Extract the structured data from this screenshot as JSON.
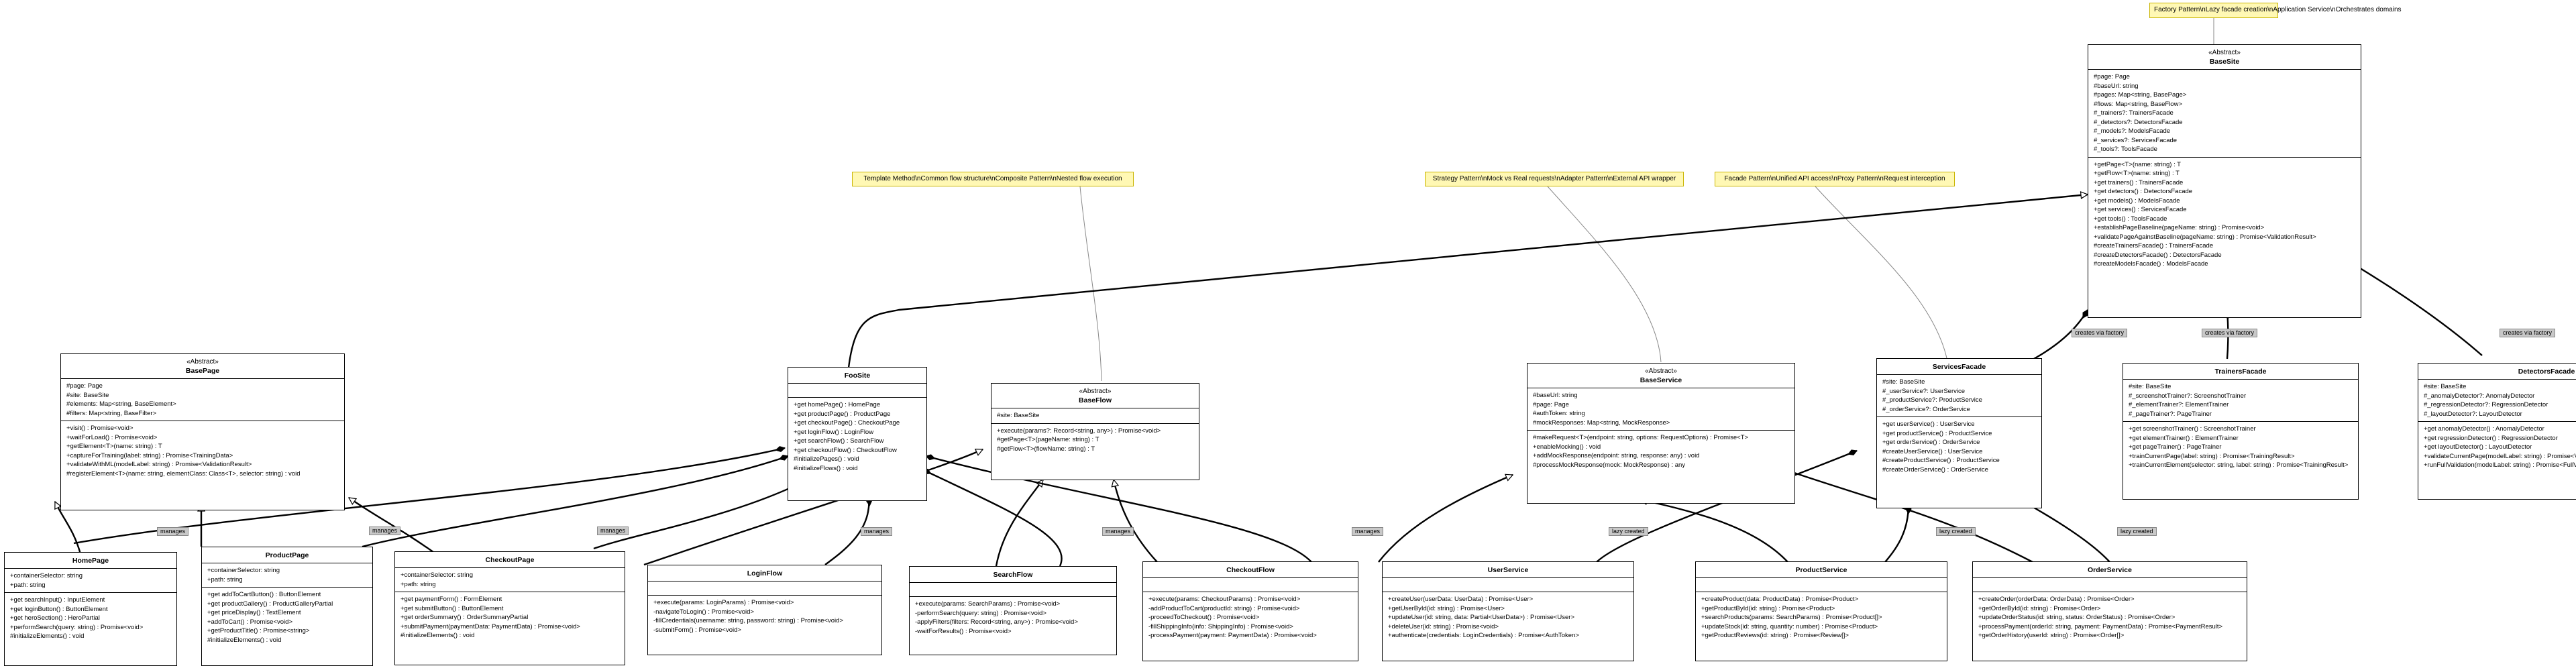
{
  "notes": {
    "factory": "Factory Pattern\\nLazy facade creation\\nApplication Service\\nOrchestrates domains",
    "template": "Template Method\\nCommon flow structure\\nComposite Pattern\\nNested flow execution",
    "strategy": "Strategy Pattern\\nMock vs Real requests\\nAdapter Pattern\\nExternal API wrapper",
    "facade": "Facade Pattern\\nUnified API access\\nProxy Pattern\\nRequest interception"
  },
  "classes": {
    "BaseSite": {
      "stereotype": "«Abstract»",
      "name": "BaseSite",
      "attributes": [
        "#page: Page",
        "#baseUrl: string",
        "#pages: Map<string, BasePage>",
        "#flows: Map<string, BaseFlow>",
        "#_trainers?: TrainersFacade",
        "#_detectors?: DetectorsFacade",
        "#_models?: ModelsFacade",
        "#_services?: ServicesFacade",
        "#_tools?: ToolsFacade"
      ],
      "methods": [
        "+getPage<T>(name: string) : T",
        "+getFlow<T>(name: string) : T",
        "+get trainers() : TrainersFacade",
        "+get detectors() : DetectorsFacade",
        "+get models() : ModelsFacade",
        "+get services() : ServicesFacade",
        "+get tools() : ToolsFacade",
        "+establishPageBaseline(pageName: string) : Promise<void>",
        "+validatePageAgainstBaseline(pageName: string) : Promise<ValidationResult>",
        "#createTrainersFacade() : TrainersFacade",
        "#createDetectorsFacade() : DetectorsFacade",
        "#createModelsFacade() : ModelsFacade"
      ]
    },
    "BasePage": {
      "stereotype": "«Abstract»",
      "name": "BasePage",
      "attributes": [
        "#page: Page",
        "#site: BaseSite",
        "#elements: Map<string, BaseElement>",
        "#filters: Map<string, BaseFilter>"
      ],
      "methods": [
        "+visit() : Promise<void>",
        "+waitForLoad() : Promise<void>",
        "+getElement<T>(name: string) : T",
        "+captureForTraining(label: string) : Promise<TrainingData>",
        "+validateWithML(modelLabel: string) : Promise<ValidationResult>",
        "#registerElement<T>(name: string, elementClass: Class<T>, selector: string) : void"
      ]
    },
    "FooSite": {
      "stereotype": "",
      "name": "FooSite",
      "attributes": [],
      "methods": [
        "+get homePage() : HomePage",
        "+get productPage() : ProductPage",
        "+get checkoutPage() : CheckoutPage",
        "+get loginFlow() : LoginFlow",
        "+get searchFlow() : SearchFlow",
        "+get checkoutFlow() : CheckoutFlow",
        "#initializePages() : void",
        "#initializeFlows() : void"
      ]
    },
    "BaseFlow": {
      "stereotype": "«Abstract»",
      "name": "BaseFlow",
      "attributes": [
        "#site: BaseSite"
      ],
      "methods": [
        "+execute(params?: Record<string, any>) : Promise<void>",
        "#getPage<T>(pageName: string) : T",
        "#getFlow<T>(flowName: string) : T"
      ]
    },
    "BaseService": {
      "stereotype": "«Abstract»",
      "name": "BaseService",
      "attributes": [
        "#baseUrl: string",
        "#page: Page",
        "#authToken: string",
        "#mockResponses: Map<string, MockResponse>"
      ],
      "methods": [
        "#makeRequest<T>(endpoint: string, options: RequestOptions) : Promise<T>",
        "+enableMocking() : void",
        "+addMockResponse(endpoint: string, response: any) : void",
        "#processMockResponse(mock: MockResponse) : any"
      ]
    },
    "ServicesFacade": {
      "stereotype": "",
      "name": "ServicesFacade",
      "attributes": [
        "#site: BaseSite",
        "#_userService?: UserService",
        "#_productService?: ProductService",
        "#_orderService?: OrderService"
      ],
      "methods": [
        "+get userService() : UserService",
        "+get productService() : ProductService",
        "+get orderService() : OrderService",
        "#createUserService() : UserService",
        "#createProductService() : ProductService",
        "#createOrderService() : OrderService"
      ]
    },
    "TrainersFacade": {
      "stereotype": "",
      "name": "TrainersFacade",
      "attributes": [
        "#site: BaseSite",
        "#_screenshotTrainer?: ScreenshotTrainer",
        "#_elementTrainer?: ElementTrainer",
        "#_pageTrainer?: PageTrainer"
      ],
      "methods": [
        "+get screenshotTrainer() : ScreenshotTrainer",
        "+get elementTrainer() : ElementTrainer",
        "+get pageTrainer() : PageTrainer",
        "+trainCurrentPage(label: string) : Promise<TrainingResult>",
        "+trainCurrentElement(selector: string, label: string) : Promise<TrainingResult>"
      ]
    },
    "DetectorsFacade": {
      "stereotype": "",
      "name": "DetectorsFacade",
      "attributes": [
        "#site: BaseSite",
        "#_anomalyDetector?: AnomalyDetector",
        "#_regressionDetector?: RegressionDetector",
        "#_layoutDetector?: LayoutDetector"
      ],
      "methods": [
        "+get anomalyDetector() : AnomalyDetector",
        "+get regressionDetector() : RegressionDetector",
        "+get layoutDetector() : LayoutDetector",
        "+validateCurrentPage(modelLabel: string) : Promise<ValidationResult>",
        "+runFullValidation(modelLabel: string) : Promise<FullValidationResult>"
      ]
    },
    "HomePage": {
      "stereotype": "",
      "name": "HomePage",
      "attributes": [
        "+containerSelector: string",
        "+path: string"
      ],
      "methods": [
        "+get searchInput() : InputElement",
        "+get loginButton() : ButtonElement",
        "+get heroSection() : HeroPartial",
        "+performSearch(query: string) : Promise<void>",
        "#initializeElements() : void"
      ]
    },
    "ProductPage": {
      "stereotype": "",
      "name": "ProductPage",
      "attributes": [
        "+containerSelector: string",
        "+path: string"
      ],
      "methods": [
        "+get addToCartButton() : ButtonElement",
        "+get productGallery() : ProductGalleryPartial",
        "+get priceDisplay() : TextElement",
        "+addToCart() : Promise<void>",
        "+getProductTitle() : Promise<string>",
        "#initializeElements() : void"
      ]
    },
    "CheckoutPage": {
      "stereotype": "",
      "name": "CheckoutPage",
      "attributes": [
        "+containerSelector: string",
        "+path: string"
      ],
      "methods": [
        "+get paymentForm() : FormElement",
        "+get submitButton() : ButtonElement",
        "+get orderSummary() : OrderSummaryPartial",
        "+submitPayment(paymentData: PaymentData) : Promise<void>",
        "#initializeElements() : void"
      ]
    },
    "LoginFlow": {
      "stereotype": "",
      "name": "LoginFlow",
      "attributes": [],
      "methods": [
        "+execute(params: LoginParams) : Promise<void>",
        "-navigateToLogin() : Promise<void>",
        "-fillCredentials(username: string, password: string) : Promise<void>",
        "-submitForm() : Promise<void>"
      ]
    },
    "SearchFlow": {
      "stereotype": "",
      "name": "SearchFlow",
      "attributes": [],
      "methods": [
        "+execute(params: SearchParams) : Promise<void>",
        "-performSearch(query: string) : Promise<void>",
        "-applyFilters(filters: Record<string, any>) : Promise<void>",
        "-waitForResults() : Promise<void>"
      ]
    },
    "CheckoutFlow": {
      "stereotype": "",
      "name": "CheckoutFlow",
      "attributes": [],
      "methods": [
        "+execute(params: CheckoutParams) : Promise<void>",
        "-addProductToCart(productId: string) : Promise<void>",
        "-proceedToCheckout() : Promise<void>",
        "-fillShippingInfo(info: ShippingInfo) : Promise<void>",
        "-processPayment(payment: PaymentData) : Promise<void>"
      ]
    },
    "UserService": {
      "stereotype": "",
      "name": "UserService",
      "attributes": [],
      "methods": [
        "+createUser(userData: UserData) : Promise<User>",
        "+getUserById(id: string) : Promise<User>",
        "+updateUser(id: string, data: Partial<UserData>) : Promise<User>",
        "+deleteUser(id: string) : Promise<void>",
        "+authenticate(credentials: LoginCredentials) : Promise<AuthToken>"
      ]
    },
    "ProductService": {
      "stereotype": "",
      "name": "ProductService",
      "attributes": [],
      "methods": [
        "+createProduct(data: ProductData) : Promise<Product>",
        "+getProductById(id: string) : Promise<Product>",
        "+searchProducts(params: SearchParams) : Promise<Product[]>",
        "+updateStock(id: string, quantity: number) : Promise<Product>",
        "+getProductReviews(id: string) : Promise<Review[]>"
      ]
    },
    "OrderService": {
      "stereotype": "",
      "name": "OrderService",
      "attributes": [],
      "methods": [
        "+createOrder(orderData: OrderData) : Promise<Order>",
        "+getOrderById(id: string) : Promise<Order>",
        "+updateOrderStatus(id: string, status: OrderStatus) : Promise<Order>",
        "+processPayment(orderId: string, payment: PaymentData) : Promise<PaymentResult>",
        "+getOrderHistory(userId: string) : Promise<Order[]>"
      ]
    }
  },
  "edge_labels": {
    "manages": "manages",
    "lazy_created": "lazy created",
    "creates_via_factory": "creates via factory"
  }
}
